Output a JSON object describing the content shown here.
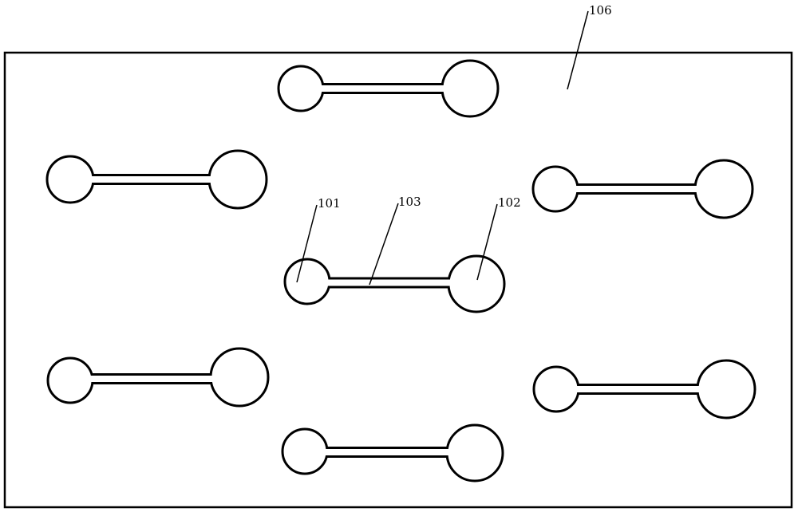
{
  "figure": {
    "labels": {
      "plate": "106",
      "small_pad": "101",
      "channel": "103",
      "large_pad": "102"
    },
    "unit_count": 7,
    "colors": {
      "stroke": "#000000",
      "background": "#ffffff"
    }
  }
}
